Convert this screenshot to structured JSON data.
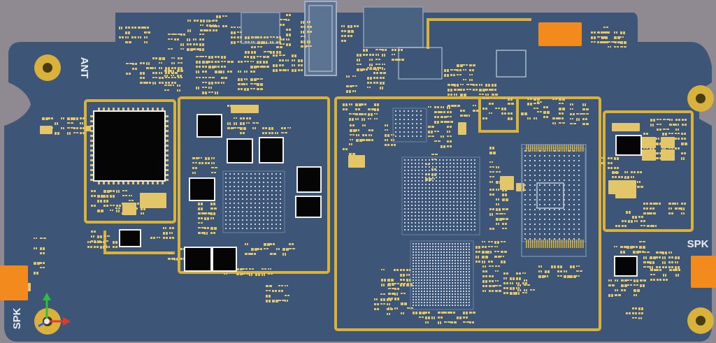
{
  "board": {
    "labels": {
      "antenna": "ANT",
      "speaker_left": "SPK",
      "speaker_right": "SPK"
    },
    "colors": {
      "background": "#8f8a91",
      "solder_mask": "#3d5677",
      "copper": "#d9b23c",
      "pad": "#e3c56a",
      "chip": "#050505",
      "connector": "#f28a1e",
      "silkscreen": "#e8ecf2",
      "axis_x": "#e23b2e",
      "axis_y": "#2fbf3a",
      "axis_z": "#3d57e0"
    },
    "icons": [
      "axis-gizmo-icon"
    ]
  }
}
